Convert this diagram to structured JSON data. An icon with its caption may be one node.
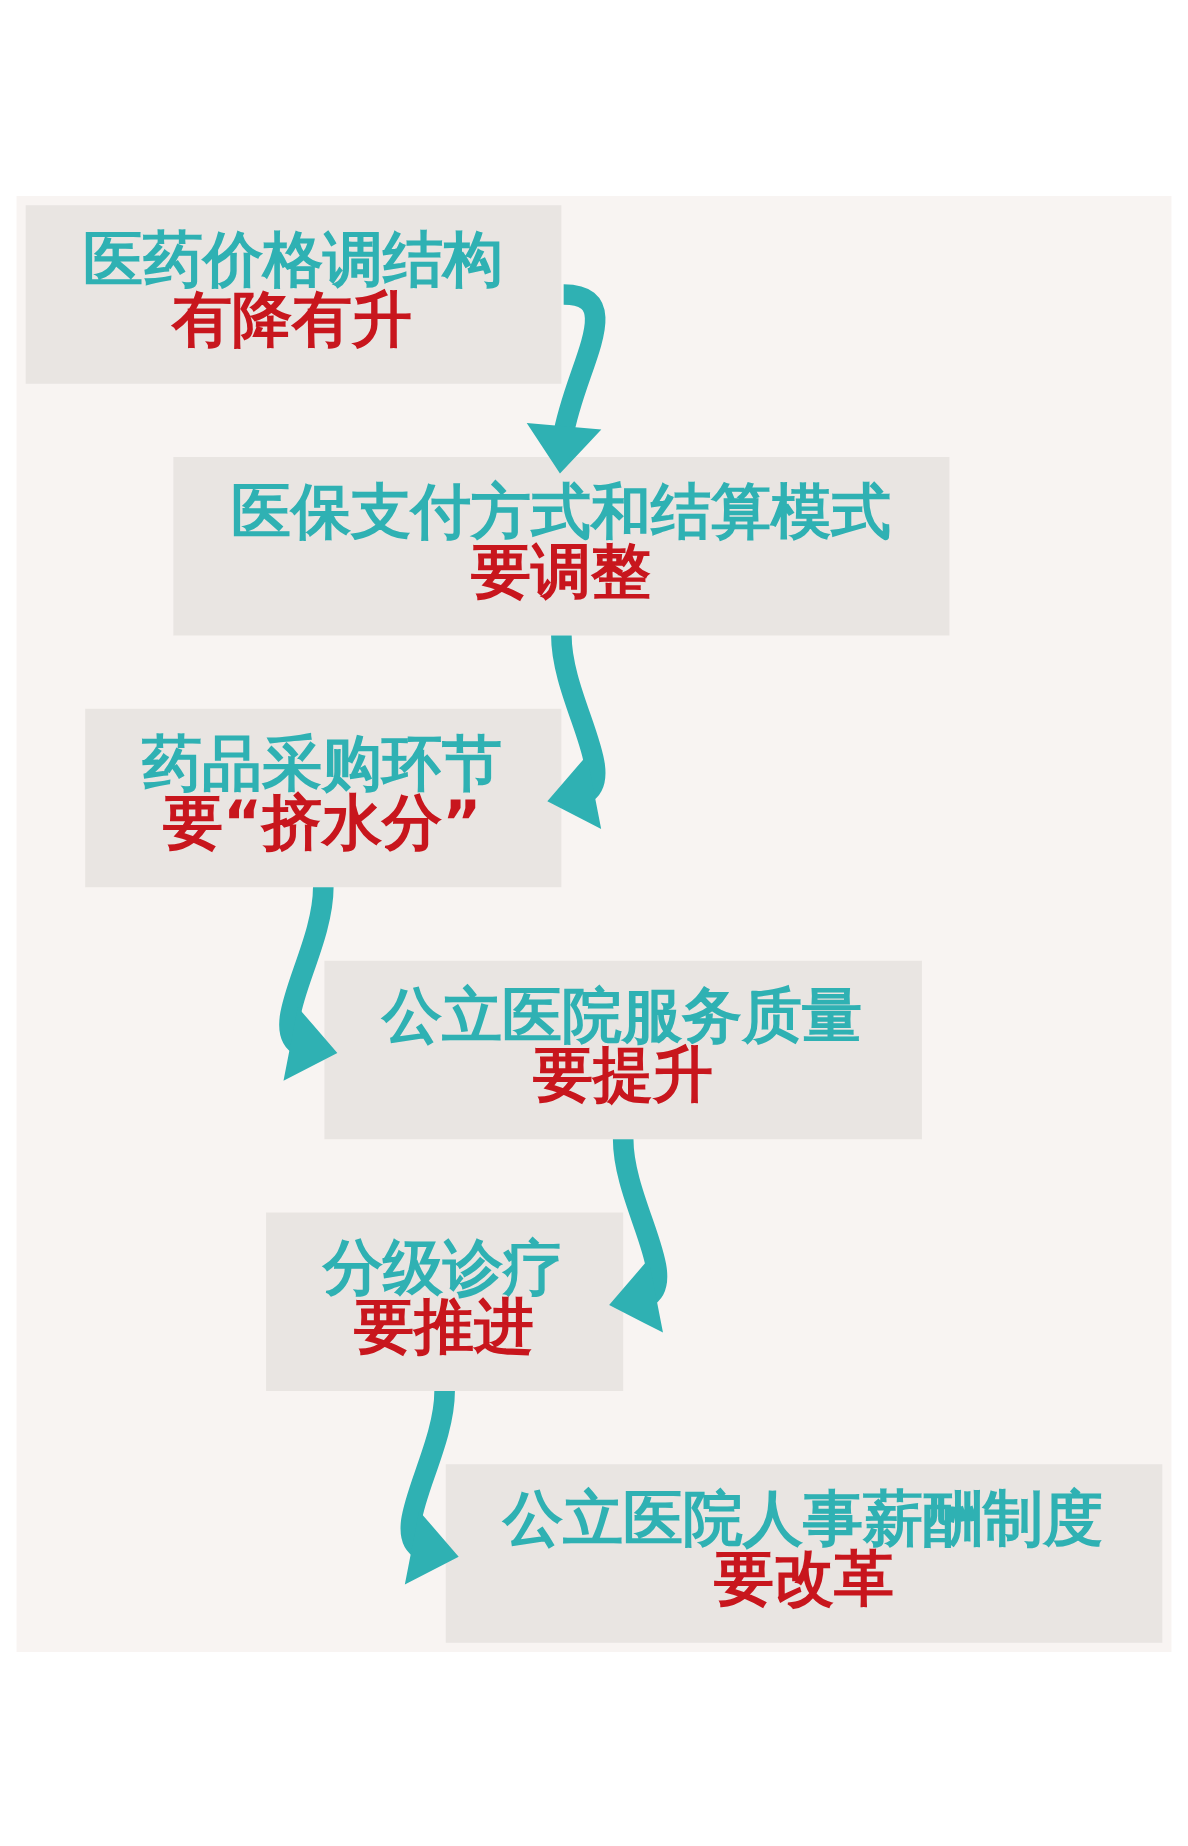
{
  "diagram": {
    "nodes": [
      {
        "text": [
          "医药价格调结构",
          "有降有升"
        ]
      },
      {
        "text": [
          "医保支付方式和结算模式",
          "要调整"
        ]
      },
      {
        "text": [
          "药品采购环节",
          "要“挤水分”"
        ]
      },
      {
        "text": [
          "公立医院服务质量",
          "要提升"
        ]
      },
      {
        "text": [
          "分级诊疗",
          "要推进"
        ]
      },
      {
        "text": [
          "公立医院人事薪酬制度",
          "要改革"
        ]
      }
    ],
    "edges": [
      {
        "from": 0,
        "to": 1,
        "arrow": "to"
      },
      {
        "from": 1,
        "to": 2,
        "arrow": "to"
      },
      {
        "from": 2,
        "to": 3,
        "arrow": "to"
      },
      {
        "from": 3,
        "to": 4,
        "arrow": "to"
      },
      {
        "from": 4,
        "to": 5,
        "arrow": "to"
      }
    ]
  }
}
